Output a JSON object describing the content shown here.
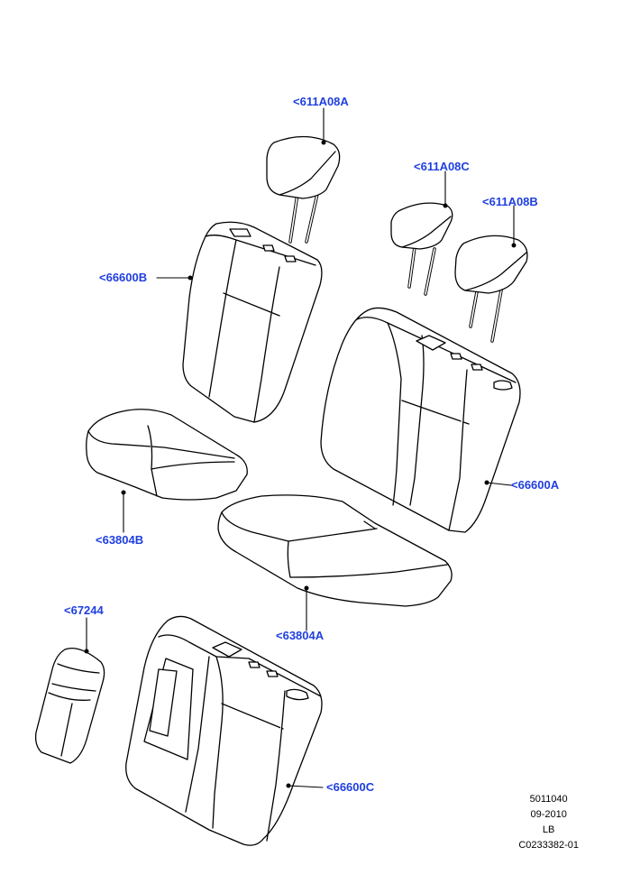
{
  "labels": {
    "headrest_a": "<611A08A",
    "headrest_c": "<611A08C",
    "headrest_b": "<611A08B",
    "backrest_b": "<66600B",
    "backrest_a": "<66600A",
    "cushion_b": "<63804B",
    "cushion_a": "<63804A",
    "armrest": "<67244",
    "backrest_c": "<66600C"
  },
  "meta": {
    "line1": "5011040",
    "line2": "09-2010",
    "line3": "LB",
    "line4": "C0233382-01"
  },
  "colors": {
    "label": "#1f3fe0",
    "outline": "#000000",
    "background": "#ffffff"
  }
}
